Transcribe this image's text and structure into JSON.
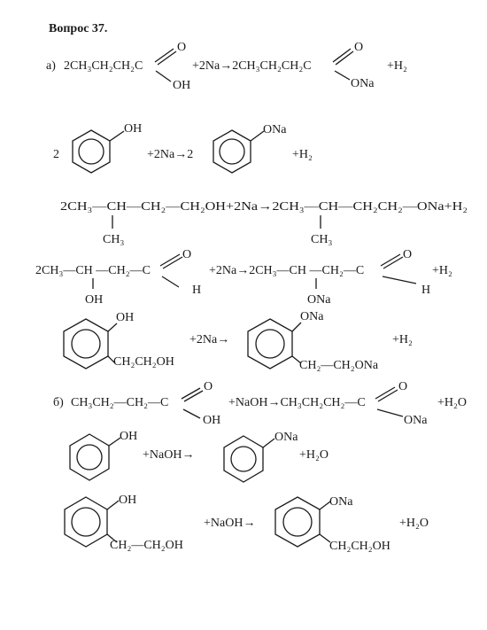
{
  "title": "Вопрос 37.",
  "part_a": {
    "label": "а)",
    "eq1": {
      "left_prefix": "2CH₃CH₂CH₂C",
      "o": "O",
      "oh": "OH",
      "mid": "+2Na→2CH₃CH₂CH₂C",
      "ona": "ONa",
      "tail": "+H₂"
    },
    "eq2": {
      "coef": "2",
      "oh": "OH",
      "mid": "+2Na→2",
      "ona": "ONa",
      "tail": "+H₂"
    },
    "eq3": {
      "line": "2CH₃—CH—CH₂—CH₂OH+2Na→2CH₃—CH—CH₂CH₂—ONa+H₂",
      "branch1": "CH₃",
      "branch2": "CH₃"
    },
    "eq4": {
      "left": "2CH₃—CH —CH₂—C",
      "o1": "O",
      "h1": "H",
      "oh": "OH",
      "mid": "+2Na→2CH₃—CH —CH₂—C",
      "ona": "ONa",
      "o2": "O",
      "h2": "H",
      "tail": "+H₂"
    },
    "eq5": {
      "oh": "OH",
      "side1": "CH₂CH₂OH",
      "mid": "+2Na→",
      "ona": "ONa",
      "side2": "CH₂—CH₂ONa",
      "tail": "+H₂"
    }
  },
  "part_b": {
    "label": "б)",
    "eq1": {
      "left": "CH₃CH₂—CH₂—C",
      "o1": "O",
      "oh": "OH",
      "mid": "+NaOH→CH₃CH₂CH₂—C",
      "o2": "O",
      "ona": "ONa",
      "tail": "+H₂O"
    },
    "eq2": {
      "oh": "OH",
      "mid": "+NaOH→",
      "ona": "ONa",
      "tail": "+H₂O"
    },
    "eq3": {
      "oh": "OH",
      "side1": "CH₂—CH₂OH",
      "mid": "+NaOH→",
      "ona": "ONa",
      "side2": "CH₂CH₂OH",
      "tail": "+H₂O"
    }
  }
}
